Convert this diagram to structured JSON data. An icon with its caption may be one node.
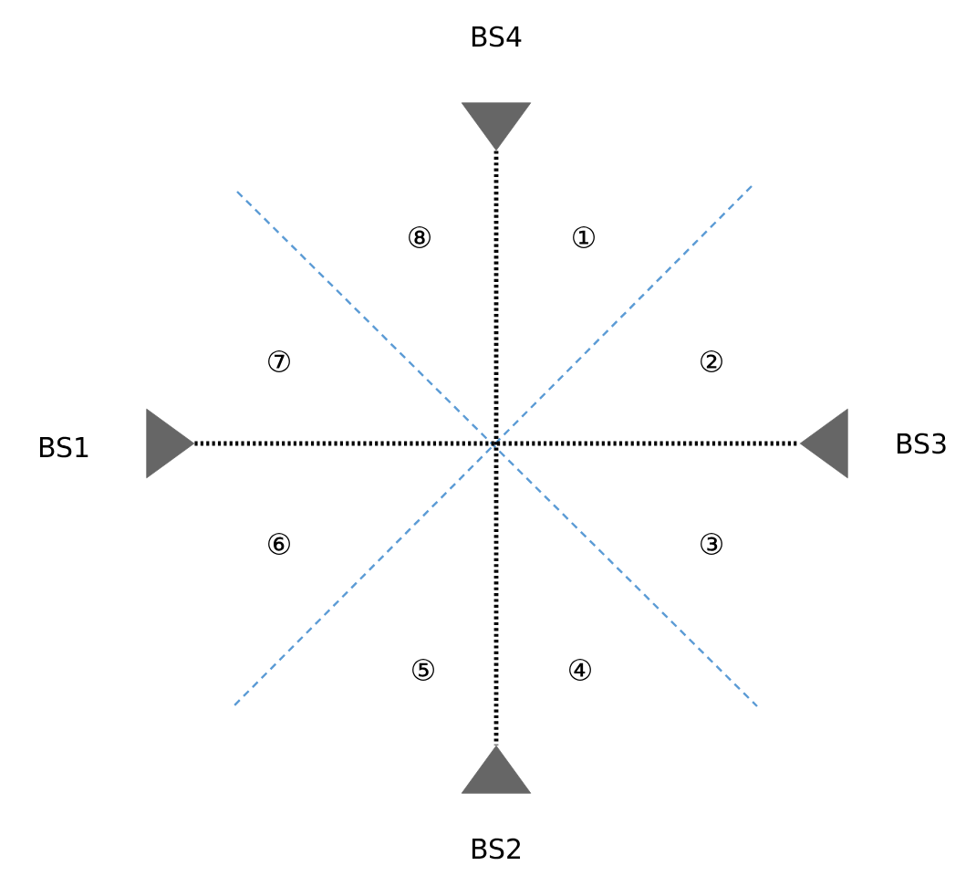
{
  "diagram": {
    "nodes": [
      {
        "text": [
          "BS4"
        ]
      },
      {
        "text": [
          "BS1"
        ]
      },
      {
        "text": [
          "BS3"
        ]
      },
      {
        "text": [
          "BS2"
        ]
      }
    ],
    "edges": [
      {
        "from": 0,
        "to": 3,
        "arrow": "none"
      },
      {
        "from": 1,
        "to": 2,
        "arrow": "none"
      }
    ],
    "labels": [
      "⑧",
      "①",
      "⑦",
      "②",
      "⑥",
      "③",
      "⑤",
      "④"
    ]
  }
}
